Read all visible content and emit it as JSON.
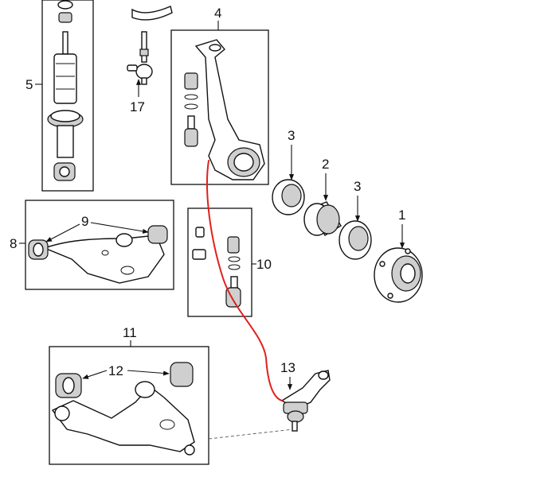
{
  "callouts": {
    "c1": "1",
    "c2": "2",
    "c3a": "3",
    "c3b": "3",
    "c4": "4",
    "c5": "5",
    "c8": "8",
    "c9": "9",
    "c10": "10",
    "c11": "11",
    "c12": "12",
    "c13": "13",
    "c17": "17"
  },
  "colors": {
    "ink": "#111111",
    "annotation": "#e0201c",
    "background": "#ffffff"
  }
}
